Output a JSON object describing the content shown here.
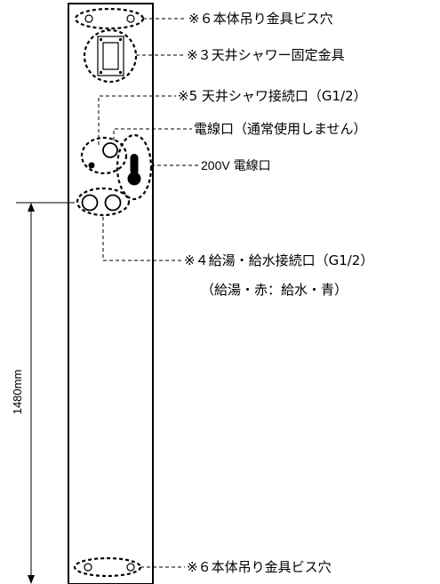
{
  "labels": {
    "top_hanging_holes": "※６本体吊り金具ビス穴",
    "ceiling_shower_bracket": "※３天井シャワー固定金具",
    "ceiling_shower_connection": "※5 天井シャワ接続口（G1/2）",
    "wire_inlet_unused": "電線口（通常使用しません）",
    "wire_inlet_200v": "200V 電線口",
    "hot_cold_connection": "※４給湯・給水接続口（G1/2）",
    "hot_cold_colors": "（給湯・赤：給水・青）",
    "bottom_hanging_holes": "※６本体吊り金具ビス穴"
  },
  "dimension": {
    "height_label": "1480mm"
  }
}
